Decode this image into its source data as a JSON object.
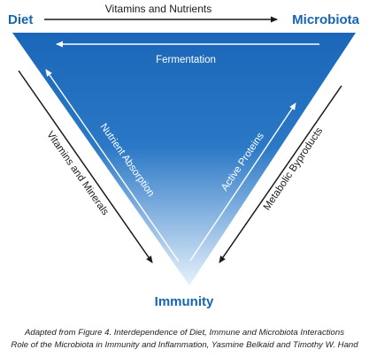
{
  "colors": {
    "triangle_top": "#1b66b8",
    "triangle_bottom": "#e6f1fb",
    "node_text": "#1565b4",
    "arrow_dark": "#1a1a1a",
    "arrow_light": "#ffffff"
  },
  "nodes": {
    "diet": "Diet",
    "microbiota": "Microbiota",
    "immunity": "Immunity"
  },
  "edges": {
    "diet_to_microbiota": "Vitamins and Nutrients",
    "microbiota_to_diet": "Fermentation",
    "diet_to_immunity": "Vitamins and Minerals",
    "immunity_to_diet": "Nutrient Absorption",
    "immunity_to_microbiota": "Active Proteins",
    "microbiota_to_immunity": "Metabolic Byproducts"
  },
  "caption": {
    "line1": "Adapted from Figure 4. Interdependence of Diet, Immune and Microbiota Interactions",
    "line2": "Role of the Microbiota in Immunity and Inflammation, Yasmine Belkaid and Timothy W. Hand"
  }
}
